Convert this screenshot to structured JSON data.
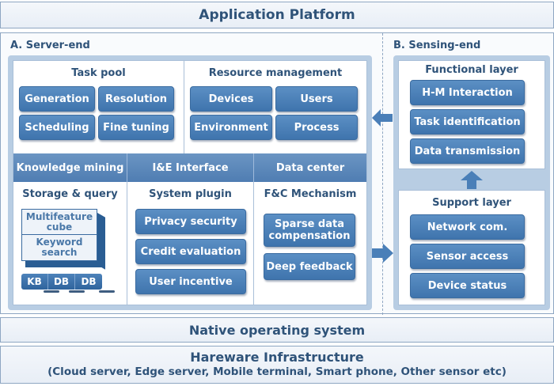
{
  "top_layer": {
    "title": "Application Platform"
  },
  "server_end": {
    "title": "A. Server-end",
    "task_pool": {
      "title": "Task pool",
      "items": [
        "Generation",
        "Resolution",
        "Scheduling",
        "Fine tuning"
      ]
    },
    "resource_management": {
      "title": "Resource management",
      "items": [
        "Devices",
        "Users",
        "Environment",
        "Process"
      ]
    },
    "middle_bar": [
      "Knowledge mining",
      "I&E Interface",
      "Data center"
    ],
    "storage_query": {
      "title": "Storage & query",
      "cube_top": "Multifeature cube",
      "cube_bottom": "Keyword search",
      "databases": [
        "KB",
        "DB",
        "DB"
      ]
    },
    "system_plugin": {
      "title": "System plugin",
      "items": [
        "Privacy security",
        "Credit evaluation",
        "User incentive"
      ]
    },
    "fc_mechanism": {
      "title": "F&C Mechanism",
      "items": [
        "Sparse data compensation",
        "Deep feedback"
      ]
    }
  },
  "sensing_end": {
    "title": "B. Sensing-end",
    "functional_layer": {
      "title": "Functional layer",
      "items": [
        "H-M Interaction",
        "Task identification",
        "Data transmission"
      ]
    },
    "support_layer": {
      "title": "Support layer",
      "items": [
        "Network com.",
        "Sensor access",
        "Device status"
      ]
    }
  },
  "native_os": {
    "title": "Native operating system"
  },
  "hardware": {
    "title": "Hareware Infrastructure",
    "subtitle": "(Cloud server, Edge server, Mobile terminal, Smart phone, Other sensor etc)"
  },
  "colors": {
    "button_blue": "#4a7fb8",
    "frame_blue": "#b8cde3",
    "title_text": "#2f5379"
  }
}
